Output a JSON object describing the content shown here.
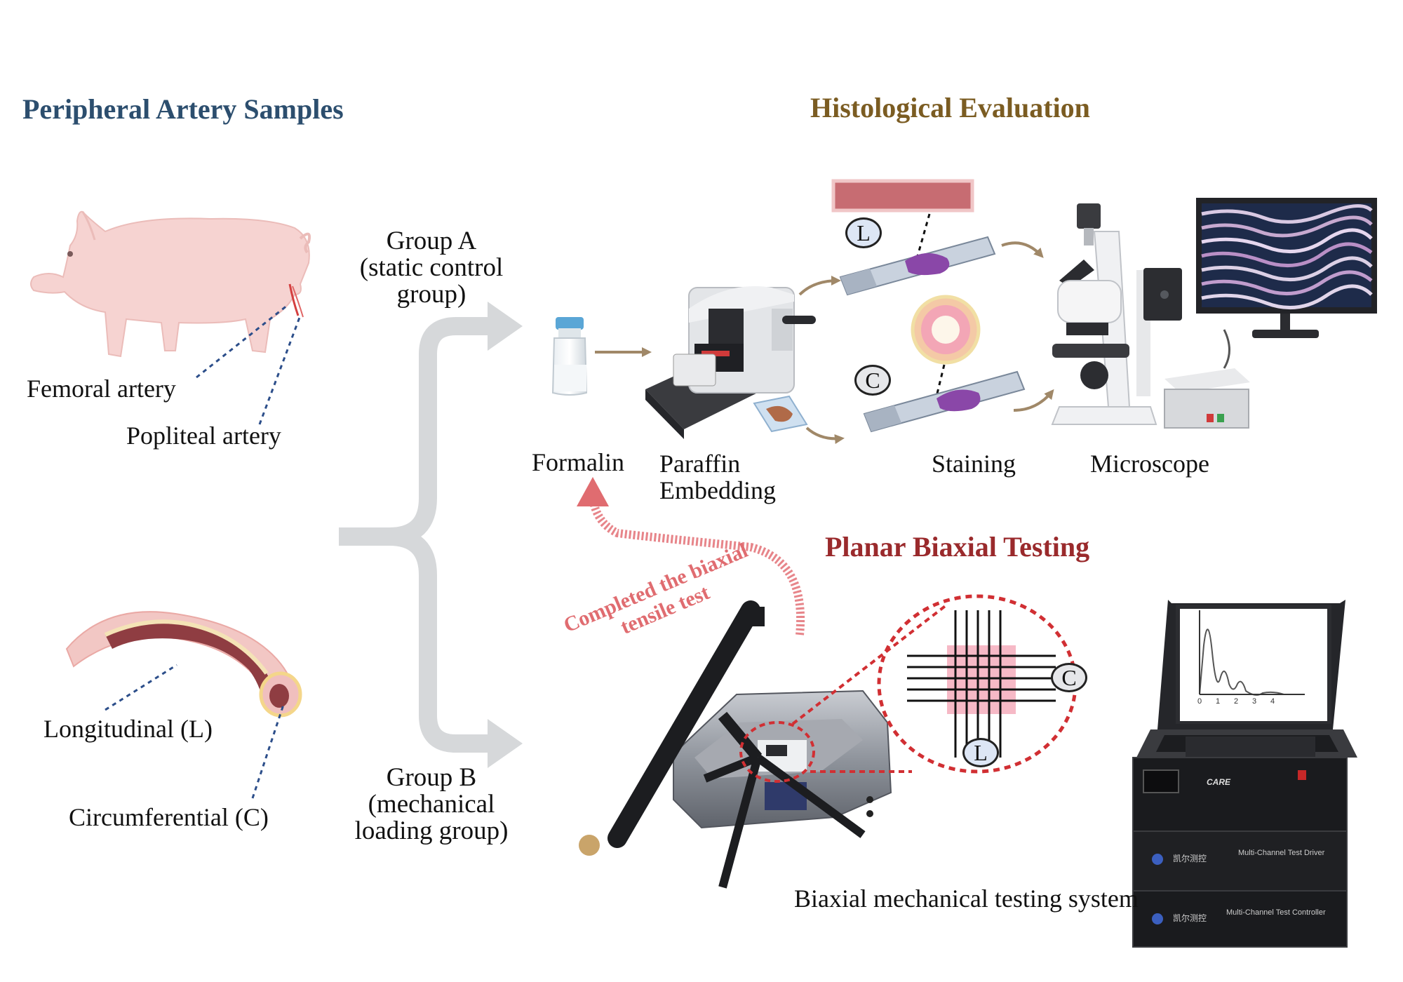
{
  "titles": {
    "left": "Peripheral Artery Samples",
    "histology": "Histological Evaluation",
    "biaxial": "Planar Biaxial Testing"
  },
  "colors": {
    "left_title": "#2c4e6e",
    "histology_title": "#7b5c22",
    "biaxial_title": "#9a2a2c",
    "left_panel_fill": "#eaf1fa",
    "left_panel_border": "#2c4e6e",
    "histology_fill": "#fdf6ea",
    "histology_border": "#7b5c22",
    "biaxial_fill": "#fdf1f1",
    "biaxial_border": "#9a2a2c",
    "connector": "#d6d8da",
    "accent_red": "#e06c70"
  },
  "left_panel": {
    "femoral": "Femoral artery",
    "popliteal": "Popliteal artery",
    "longitudinal": "Longitudinal (L)",
    "circumferential": "Circumferential (C)"
  },
  "groups": {
    "a_line1": "Group A",
    "a_line2": "(static control",
    "a_line3": "group)",
    "b_line1": "Group B",
    "b_line2": "(mechanical",
    "b_line3": "loading group)"
  },
  "histology": {
    "formalin": "Formalin",
    "paraffin_line1": "Paraffin",
    "paraffin_line2": "Embedding",
    "staining": "Staining",
    "microscope": "Microscope",
    "marker_l": "L",
    "marker_c": "C"
  },
  "biaxial": {
    "completed_line1": "Completed the biaxial",
    "completed_line2": "tensile test",
    "marker_c": "C",
    "marker_l": "L",
    "system_label": "Biaxial mechanical testing system",
    "plot_ticks": [
      "0",
      "1",
      "2",
      "3",
      "4"
    ],
    "device_label_1": "Multi-Channel Test Driver",
    "device_label_2": "Multi-Channel Test Controller",
    "device_brand": "CARE",
    "device_cn_1": "凯尔测控",
    "device_cn_2": "凯尔测控"
  },
  "icons": [
    "pig-icon",
    "artery-icon",
    "formalin-vial-icon",
    "microtome-icon",
    "glass-slide-icon",
    "microscope-icon",
    "monitor-icon",
    "tripod-camera-icon",
    "biaxial-tester-icon",
    "laptop-icon",
    "controller-box-icon"
  ]
}
